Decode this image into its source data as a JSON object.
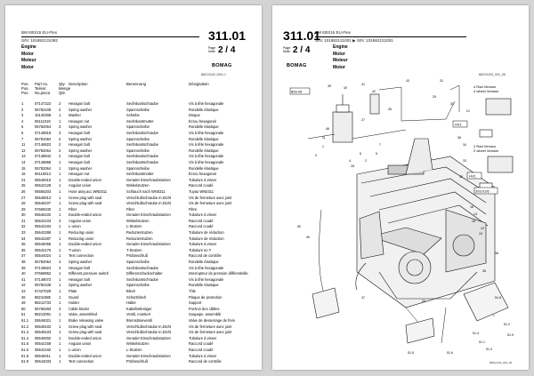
{
  "left": {
    "model": "BM 600/15 EU-Flex",
    "serial": "S/N: 101882131092",
    "section": "311.01",
    "page_label_top": "Page",
    "page_label_bottom": "Seite",
    "page_of": "2 / 4",
    "titles": [
      "Engine",
      "Motor",
      "Moteur",
      "Motor"
    ],
    "logo": "BOMAG",
    "ref": "88213102.1001.1",
    "headers": {
      "pos": [
        "Pos.",
        "Pos.",
        "Pos."
      ],
      "part": [
        "Part no.",
        "Teilenr.",
        "No.pieza"
      ],
      "qty": [
        "Qty.",
        "Menge",
        "Qté."
      ],
      "desc": "Description",
      "benennung": "Benennung",
      "designation": "Désignation"
    },
    "rows": [
      [
        "1",
        "07147222",
        "2",
        "Hexagon bolt",
        "Sechskantschraube",
        "Vis à tête hexagonale"
      ],
      [
        "2",
        "06782108",
        "2",
        "Spring washer",
        "Spannscheibe",
        "Rondelle élastique"
      ],
      [
        "3",
        "10140308",
        "1",
        "Washer",
        "Scheibe",
        "Disque"
      ],
      [
        "4",
        "06111018",
        "1",
        "Hexagon nut",
        "Sechskantmutter",
        "Écrou hexagonal"
      ],
      [
        "5",
        "06782064",
        "3",
        "Spring washer",
        "Spannscheibe",
        "Rondelle élastique"
      ],
      [
        "6",
        "07148818",
        "3",
        "Hexagon bolt",
        "Sechskantschraube",
        "Vis à tête hexagonale"
      ],
      [
        "7",
        "06781084",
        "2",
        "Spring washer",
        "Spannscheibe",
        "Rondelle élastique"
      ],
      [
        "11",
        "07146822",
        "2",
        "Hexagon bolt",
        "Sechskantschraube",
        "Vis à tête hexagonale"
      ],
      [
        "12",
        "06782064",
        "2",
        "Spring washer",
        "Spannscheibe",
        "Rondelle élastique"
      ],
      [
        "13",
        "07148842",
        "2",
        "Hexagon bolt",
        "Sechskantschraube",
        "Vis à tête hexagonale"
      ],
      [
        "14",
        "07148868",
        "1",
        "Hexagon bolt",
        "Sechskantschraube",
        "Vis à tête hexagonale"
      ],
      [
        "15",
        "06782064",
        "1",
        "Spring washer",
        "Spannscheibe",
        "Rondelle élastique"
      ],
      [
        "16",
        "06115013",
        "1",
        "Hexagon nut",
        "Sechskantmutter",
        "Écrou hexagonal"
      ],
      [
        "21",
        "05546010",
        "1",
        "Double-ended union",
        "Gerader Einschraubstutzen",
        "Tubulure à visser"
      ],
      [
        "25",
        "05542128",
        "1",
        "Angular union",
        "Winkelstutzen",
        "Raccord coudé"
      ],
      [
        "26",
        "05556203",
        "1",
        "Hose assy.acc.WN0311",
        "Schlauch nach WN0311",
        "Tuyau WN0311"
      ],
      [
        "27",
        "05548013",
        "1",
        "Screw plug with seal",
        "Verschlußschraube m.Dicht",
        "Vis de fermeture avec joint"
      ],
      [
        "28",
        "05548107",
        "1",
        "Screw plug with seal",
        "Verschlußschraube m.Dicht",
        "Vis de fermeture avec joint"
      ],
      [
        "29",
        "07669340",
        "1",
        "Filter",
        "Filter",
        "Filtre"
      ],
      [
        "30",
        "05546102",
        "1",
        "Double-ended union",
        "Gerader Einschraubstutzen",
        "Tubulure à visser"
      ],
      [
        "31",
        "05542103",
        "3",
        "Angular union",
        "Winkelstutzen",
        "Raccord coudé"
      ],
      [
        "32",
        "05542184",
        "1",
        "L-union",
        "L-Stutzen",
        "Raccord coudé"
      ],
      [
        "33",
        "05542288",
        "1",
        "Reducing union",
        "Reduzierstutzen",
        "Tubulure de réduction"
      ],
      [
        "34",
        "05542287",
        "1",
        "Reducing union",
        "Reduzierstutzen",
        "Tubulure de réduction"
      ],
      [
        "35",
        "05546068",
        "1",
        "Double-ended union",
        "Gerader Einschraubstutzen",
        "Tubulure à visser"
      ],
      [
        "36",
        "05542176",
        "1",
        "T-union",
        "T-Stutzen",
        "Tubulure en T"
      ],
      [
        "37",
        "05544024",
        "1",
        "Test connection",
        "Prüfanschluß",
        "Raccord de contrôle"
      ],
      [
        "38",
        "06782064",
        "4",
        "Spring washer",
        "Spannscheibe",
        "Rondelle élastique"
      ],
      [
        "39",
        "07149824",
        "4",
        "Hexagon bolt",
        "Sechskantschraube",
        "Vis à tête hexagonale"
      ],
      [
        "40",
        "07669962",
        "1",
        "Different.pressure switch",
        "Differenzdruckschalter",
        "Interrupteur de pression différentielle"
      ],
      [
        "41",
        "07149072",
        "1",
        "Hexagon bolt",
        "Sechskantschraube",
        "Vis à tête hexagonale"
      ],
      [
        "42",
        "06782108",
        "1",
        "Spring washer",
        "Spannscheibe",
        "Rondelle élastique"
      ],
      [
        "43",
        "57427029",
        "1",
        "Plate",
        "Blech",
        "Tôle"
      ],
      [
        "46",
        "88211985",
        "1",
        "Guard",
        "Schutzblech",
        "Plaque de protection"
      ],
      [
        "49",
        "88212733",
        "1",
        "Holder",
        "Halter",
        "Support"
      ],
      [
        "50",
        "05765283",
        "3",
        "Cable binder",
        "Kabelbefestiger",
        "Pochon des câbles"
      ],
      [
        "51",
        "88213091",
        "1",
        "Valve, assembled",
        "Ventil, montiert",
        "Soupape, assemblé"
      ],
      [
        "51.1",
        "05546021",
        "1",
        "Brake releasing valve",
        "Bremslöseventil",
        "Valve de desserrage de frein"
      ],
      [
        "51.2",
        "05548102",
        "1",
        "Screw plug with seal",
        "Verschlußschraube m.Dicht",
        "Vis de fermeture avec joint"
      ],
      [
        "51.3",
        "05548103",
        "1",
        "Screw plug with seal",
        "Verschlußschraube m.Dicht",
        "Vis de fermeture avec joint"
      ],
      [
        "51.4",
        "05546002",
        "1",
        "Double-ended union",
        "Gerader Einschraubstutzen",
        "Tubulure à visser"
      ],
      [
        "51.5",
        "05542168",
        "1",
        "Angular union",
        "Winkelstutzen",
        "Raccord coudé"
      ],
      [
        "51.6",
        "05542192",
        "1",
        "L-union",
        "L-Stutzen",
        "Raccord coudé"
      ],
      [
        "51.8",
        "05546011",
        "1",
        "Double-ended union",
        "Gerader Einschraubstutzen",
        "Tubulure à visser"
      ],
      [
        "51.9",
        "05544033",
        "1",
        "Test connection",
        "Prüfanschluß",
        "Raccord de contrôle"
      ]
    ]
  },
  "right": {
    "model": "BM 600/15 EU-Flex",
    "serial": "S/N: 101882131001 ▶   S/N: 101882131001",
    "section": "311.01",
    "page_label_top": "Page",
    "page_label_bottom": "Seite",
    "page_of": "2 / 4",
    "titles": [
      "Engine",
      "Motor",
      "Moteur",
      "Motor"
    ],
    "logo": "BOMAG",
    "ref": "88210103_002_06",
    "bottom_ref": "88210103_002_06",
    "callouts": {
      "rad2": "2 Rad Version",
      "rad2b": "2 wheel Version",
      "rad4": "4 Rad Version",
      "rad4b": "4 wheel Version",
      "hv1a": "HV1",
      "hv1b": "HV1",
      "box1": "899.49",
      "box2": "393.01/6"
    },
    "numbers": [
      "39",
      "40",
      "41",
      "42",
      "43",
      "46",
      "11",
      "1",
      "6",
      "3",
      "4",
      "2",
      "28",
      "27",
      "26",
      "29",
      "30",
      "31",
      "21",
      "36",
      "34",
      "33",
      "32",
      "16",
      "14",
      "15",
      "12",
      "13",
      "50",
      "49",
      "7",
      "5",
      "37",
      "25",
      "51.6",
      "51.5",
      "51.1",
      "51.3",
      "51.4",
      "51.2",
      "51.9",
      "51.8",
      "35",
      "38"
    ]
  }
}
